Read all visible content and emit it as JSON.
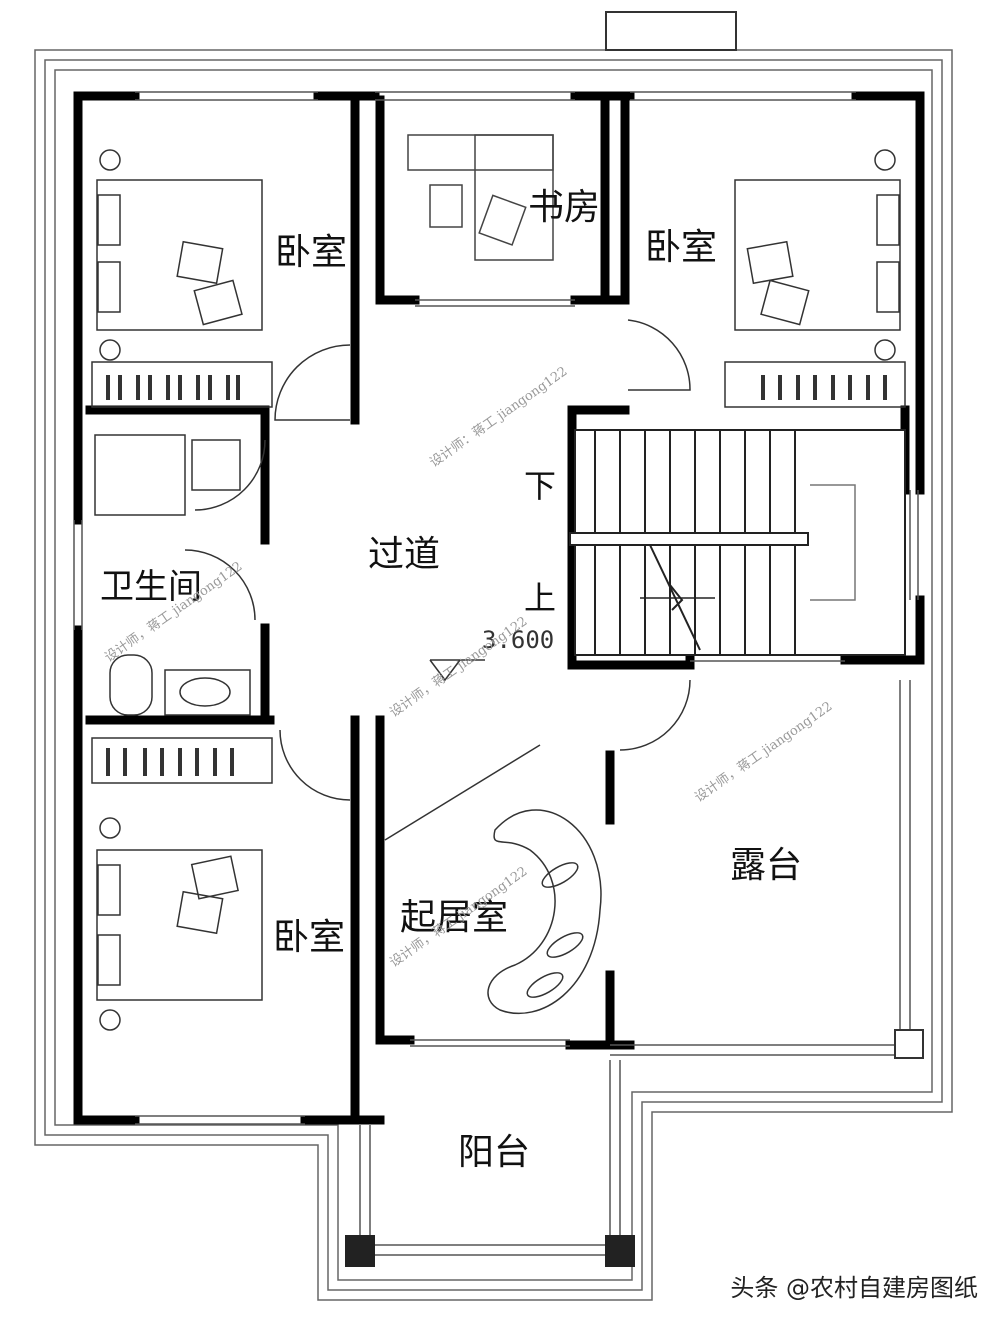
{
  "rooms": {
    "bedroom_top_left": "卧室",
    "study": "书房",
    "bedroom_top_right": "卧室",
    "bathroom": "卫生间",
    "corridor": "过道",
    "bedroom_bottom_left": "卧室",
    "living_room": "起居室",
    "terrace": "露台",
    "balcony": "阳台"
  },
  "stairs": {
    "down": "下",
    "up": "上"
  },
  "elevation": "3.600",
  "watermarks": [
    "设计师：蒋工 jiangong122",
    "设计师，蒋工 jiangong122",
    "设计师，蒋工 jiangong122",
    "设计师，蒋工 jiangong122",
    "设计师，蒋工 jiangong122"
  ],
  "credit": "头条 @农村自建房图纸",
  "colors": {
    "wall": "#000000",
    "line": "#333333",
    "furniture": "#444444"
  }
}
